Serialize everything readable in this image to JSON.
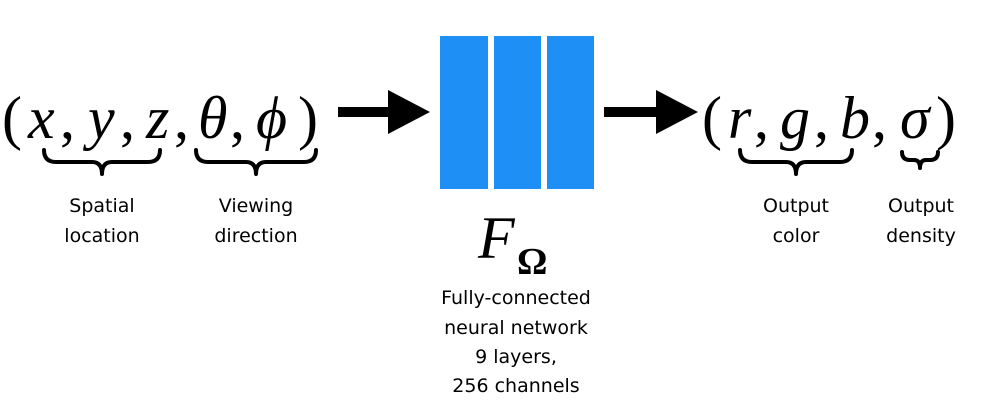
{
  "input": {
    "open_paren": "(",
    "vars": [
      "x",
      "y",
      "z",
      "θ",
      "ϕ"
    ],
    "separator": ",",
    "close_paren": ")"
  },
  "output": {
    "open_paren": "(",
    "vars": [
      "r",
      "g",
      "b",
      "σ"
    ],
    "separator": ",",
    "close_paren": ")"
  },
  "network": {
    "symbol": "F",
    "subscript": "Ω",
    "layer_color": "#1E90F5",
    "layer_count": 3,
    "caption_lines": [
      "Fully-connected",
      "neural network",
      "9 layers,",
      "256 channels"
    ]
  },
  "labels": {
    "spatial_location": [
      "Spatial",
      "location"
    ],
    "viewing_direction": [
      "Viewing",
      "direction"
    ],
    "output_color": [
      "Output",
      "color"
    ],
    "output_density": [
      "Output",
      "density"
    ]
  }
}
